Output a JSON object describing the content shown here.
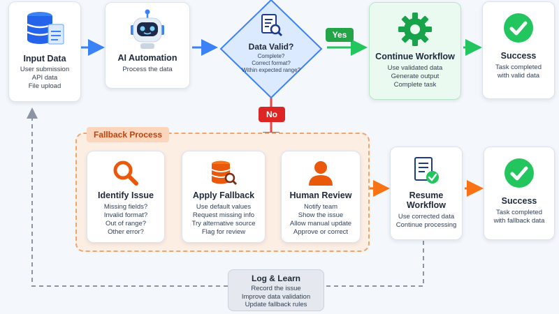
{
  "colors": {
    "blue": "#3b82f6",
    "green": "#22c55e",
    "orange": "#f97316",
    "red": "#ef4444",
    "gray": "#8a94a3"
  },
  "nodes": {
    "input": {
      "title": "Input Data",
      "lines": [
        "User submission",
        "API data",
        "File upload"
      ],
      "icon": "database-document-icon"
    },
    "ai": {
      "title": "AI Automation",
      "lines": [
        "Process the data"
      ],
      "icon": "robot-icon"
    },
    "valid": {
      "title": "Data Valid?",
      "lines": [
        "Complete?",
        "Correct format?",
        "Within expected range?"
      ],
      "icon": "document-search-icon"
    },
    "continue": {
      "title": "Continue Workflow",
      "lines": [
        "Use validated data",
        "Generate output",
        "Complete task"
      ],
      "icon": "gear-icon"
    },
    "success1": {
      "title": "Success",
      "lines": [
        "Task completed",
        "with valid data"
      ],
      "icon": "check-circle-icon"
    },
    "identify": {
      "title": "Identify Issue",
      "lines": [
        "Missing fields?",
        "Invalid format?",
        "Out of range?",
        "Other error?"
      ],
      "icon": "magnifier-icon"
    },
    "apply": {
      "title": "Apply Fallback",
      "lines": [
        "Use default values",
        "Request missing info",
        "Try alternative source",
        "Flag for review"
      ],
      "icon": "database-search-icon"
    },
    "human": {
      "title": "Human Review",
      "lines": [
        "Notify team",
        "Show the issue",
        "Allow manual update",
        "Approve or correct"
      ],
      "icon": "person-icon"
    },
    "resume": {
      "title": "Resume Workflow",
      "lines": [
        "Use corrected data",
        "Continue processing"
      ],
      "icon": "document-check-icon"
    },
    "success2": {
      "title": "Success",
      "lines": [
        "Task completed",
        "with fallback data"
      ],
      "icon": "check-circle-icon"
    },
    "log": {
      "title": "Log & Learn",
      "lines": [
        "Record the issue",
        "Improve data validation",
        "Update fallback rules"
      ]
    }
  },
  "labels": {
    "yes": "Yes",
    "no": "No",
    "fallback": "Fallback Process"
  }
}
